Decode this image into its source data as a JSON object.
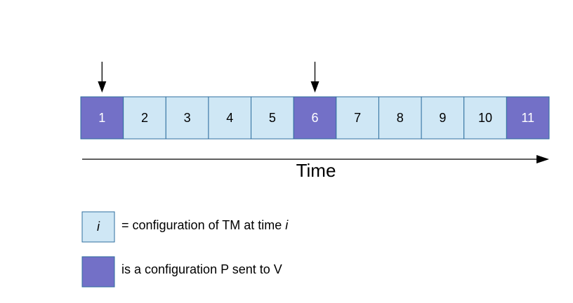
{
  "timeline": {
    "cells": [
      {
        "label": "1",
        "kind": "sent"
      },
      {
        "label": "2",
        "kind": "config"
      },
      {
        "label": "3",
        "kind": "config"
      },
      {
        "label": "4",
        "kind": "config"
      },
      {
        "label": "5",
        "kind": "config"
      },
      {
        "label": "6",
        "kind": "sent"
      },
      {
        "label": "7",
        "kind": "config"
      },
      {
        "label": "8",
        "kind": "config"
      },
      {
        "label": "9",
        "kind": "config"
      },
      {
        "label": "10",
        "kind": "config"
      },
      {
        "label": "11",
        "kind": "sent"
      }
    ],
    "pointer_arrows_at": [
      "1",
      "6"
    ],
    "axis_label": "Time"
  },
  "legend": {
    "config_symbol": "i",
    "config_text_prefix": "= configuration of TM at time ",
    "config_text_var": "i",
    "sent_text": "is a configuration P sent to V"
  },
  "colors": {
    "config_fill": "#cfe7f5",
    "sent_fill": "#7370c7",
    "border": "#2f6f9f",
    "sent_text": "#ffffff",
    "text": "#000000",
    "arrow": "#000000"
  }
}
